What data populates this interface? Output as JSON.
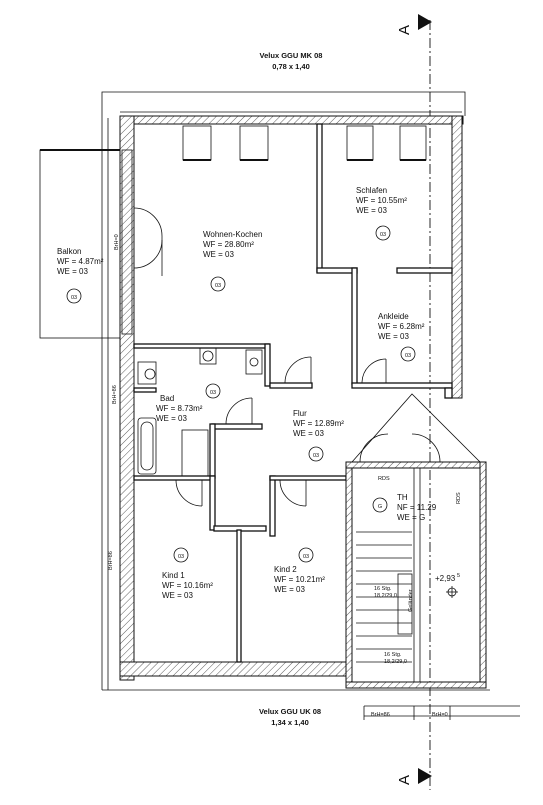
{
  "section_marker": "A",
  "window_top": {
    "name": "Velux GGU MK 08",
    "size": "0,78 x 1,40"
  },
  "window_bottom": {
    "name": "Velux GGU UK 08",
    "size": "1,34 x 1,40"
  },
  "rooms": [
    {
      "id": "wohnen",
      "name": "Wohnen-Kochen",
      "wf": "WF = 28.80m²",
      "we": "WE = 03",
      "unit": "03"
    },
    {
      "id": "schlafen",
      "name": "Schlafen",
      "wf": "WF = 10.55m²",
      "we": "WE = 03",
      "unit": "03"
    },
    {
      "id": "balkon",
      "name": "Balkon",
      "wf": "WF = 4.87m²",
      "we": "WE = 03",
      "unit": "03"
    },
    {
      "id": "ankleide",
      "name": "Ankleide",
      "wf": "WF = 6.28m²",
      "we": "WE = 03",
      "unit": "03"
    },
    {
      "id": "bad",
      "name": "Bad",
      "wf": "WF = 8.73m²",
      "we": "WE = 03",
      "unit": "03"
    },
    {
      "id": "flur",
      "name": "Flur",
      "wf": "WF = 12.89m²",
      "we": "WE = 03",
      "unit": "03"
    },
    {
      "id": "th",
      "name": "TH",
      "wf": "NF = 11.29",
      "we": "WE = G",
      "unit": "G"
    },
    {
      "id": "kind1",
      "name": "Kind 1",
      "wf": "WF = 10.16m²",
      "we": "WE = 03",
      "unit": "03"
    },
    {
      "id": "kind2",
      "name": "Kind 2",
      "wf": "WF = 10.21m²",
      "we": "WE = 03",
      "unit": "03"
    }
  ],
  "labels": {
    "rds_top": "RDS",
    "rds_side": "RDS",
    "brh_balkon": "BrH=0",
    "brh_bad": "BrH=86",
    "brh_kind1": "BrH=86",
    "brh_bottom_a": "BrH=86",
    "brh_bottom_b": "BrH=0",
    "level": "+2,93",
    "level_sup": "5",
    "gelaender": "Geländer",
    "stair_top": "16 Stg.",
    "stair_top2": "18,2/29,0",
    "stair_bottom": "16 Stg.",
    "stair_bottom2": "18,2/29,0"
  },
  "colors": {
    "line": "#111111",
    "background": "#ffffff"
  }
}
